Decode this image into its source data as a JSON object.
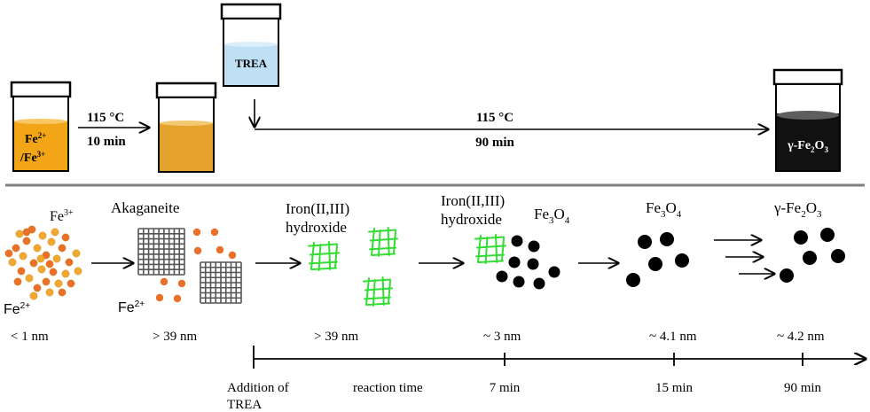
{
  "top": {
    "vial1": {
      "label_line1": "Fe",
      "label_line1_sup": "2+",
      "label_line2": "/Fe",
      "label_line2_sup": "3+",
      "liquid_color": "#F2A516"
    },
    "step1": {
      "temp": "115 °C",
      "time": "10 min"
    },
    "vial2": {
      "liquid_color": "#E4A22C"
    },
    "trea_vial": {
      "label": "TREA",
      "liquid_color": "#BFDFF4"
    },
    "step2": {
      "temp": "115 °C",
      "time": "90 min"
    },
    "vial3": {
      "label_main": "γ-Fe",
      "label_sub1": "2",
      "label_mid": "O",
      "label_sub2": "3",
      "liquid_color": "#111111"
    }
  },
  "divider_color": "#808080",
  "stages": [
    {
      "name": "fe-ions",
      "label_fe3": "Fe",
      "label_fe3_sup": "3+",
      "label_fe2": "Fe",
      "label_fe2_sup": "2+",
      "size": "< 1 nm"
    },
    {
      "name": "akaganeite",
      "label": "Akaganeite",
      "label_fe2": "Fe",
      "label_fe2_sup": "2+",
      "size": "> 39 nm"
    },
    {
      "name": "iron-hydroxide",
      "label_line1": "Iron(II,III)",
      "label_line2": "hydroxide",
      "size": "> 39 nm"
    },
    {
      "name": "hydroxide-and-magnetite",
      "label_line1": "Iron(II,III)",
      "label_line2": "hydroxide",
      "label_fe3o4": "Fe",
      "label_fe3o4_sub1": "3",
      "label_fe3o4_mid": "O",
      "label_fe3o4_sub2": "4",
      "size": "~ 3 nm"
    },
    {
      "name": "magnetite",
      "label": "Fe",
      "label_sub1": "3",
      "label_mid": "O",
      "label_sub2": "4",
      "size": "~ 4.1 nm"
    },
    {
      "name": "maghemite",
      "label": "γ-Fe",
      "label_sub1": "2",
      "label_mid": "O",
      "label_sub2": "3",
      "size": "~ 4.2 nm"
    }
  ],
  "timeline": {
    "start_line1": "Addition of",
    "start_line2": "TREA",
    "axis_label": "reaction time",
    "ticks": [
      "7 min",
      "15 min",
      "90 min"
    ]
  },
  "colors": {
    "fe3_dot": "#F0A830",
    "fe2_dot": "#E8702A",
    "grid": "#555555",
    "hydroxide": "#33DD33",
    "particle": "#000000"
  }
}
